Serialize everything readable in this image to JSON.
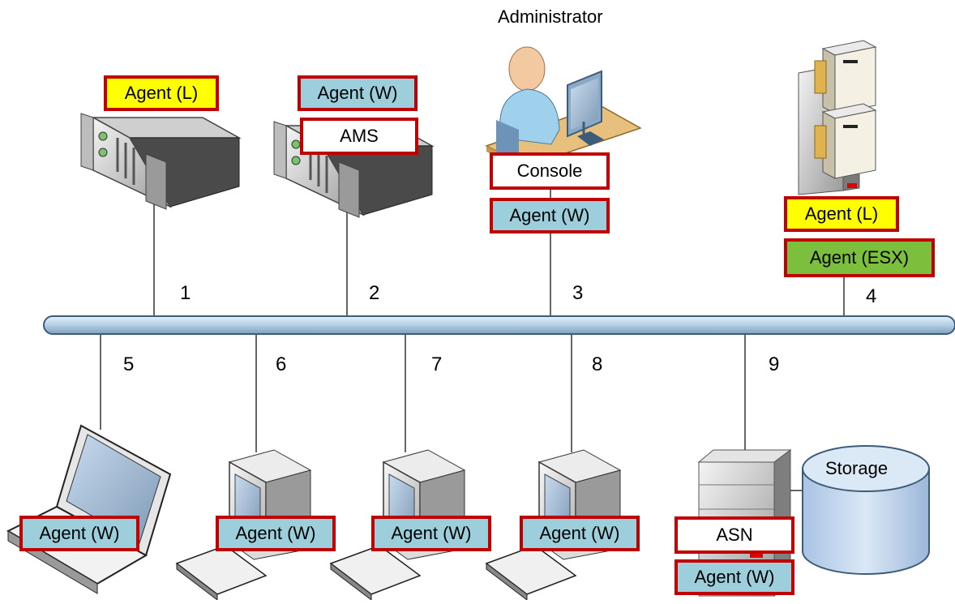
{
  "diagram": {
    "administrator_label": "Administrator",
    "storage_label": "Storage",
    "colors": {
      "agent_linux": "#ffff00",
      "agent_windows": "#9ccfdb",
      "agent_esx": "#7cbf3c",
      "white_label": "#ffffff",
      "label_border": "#c00000",
      "bus": "#b4cfe6"
    },
    "nodes": [
      {
        "number": "1",
        "labels": [
          "Agent (L)"
        ]
      },
      {
        "number": "2",
        "labels": [
          "Agent (W)",
          "AMS"
        ]
      },
      {
        "number": "3",
        "labels": [
          "Console",
          "Agent (W)"
        ]
      },
      {
        "number": "4",
        "labels": [
          "Agent (L)",
          "Agent (ESX)"
        ]
      },
      {
        "number": "5",
        "labels": [
          "Agent (W)"
        ]
      },
      {
        "number": "6",
        "labels": [
          "Agent (W)"
        ]
      },
      {
        "number": "7",
        "labels": [
          "Agent (W)"
        ]
      },
      {
        "number": "8",
        "labels": [
          "Agent (W)"
        ]
      },
      {
        "number": "9",
        "labels": [
          "ASN",
          "Agent (W)"
        ]
      }
    ]
  }
}
